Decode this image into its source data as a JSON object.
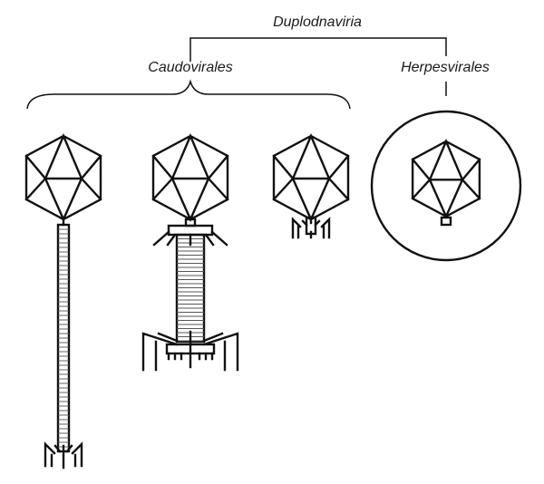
{
  "labels": {
    "realm": "Duplodnaviria",
    "order_left": "Caudovirales",
    "order_right": "Herpesvirales"
  },
  "icons": [
    "long-tail-phage-icon",
    "contractile-tail-phage-icon",
    "short-tail-phage-icon",
    "enveloped-herpesvirus-icon"
  ]
}
